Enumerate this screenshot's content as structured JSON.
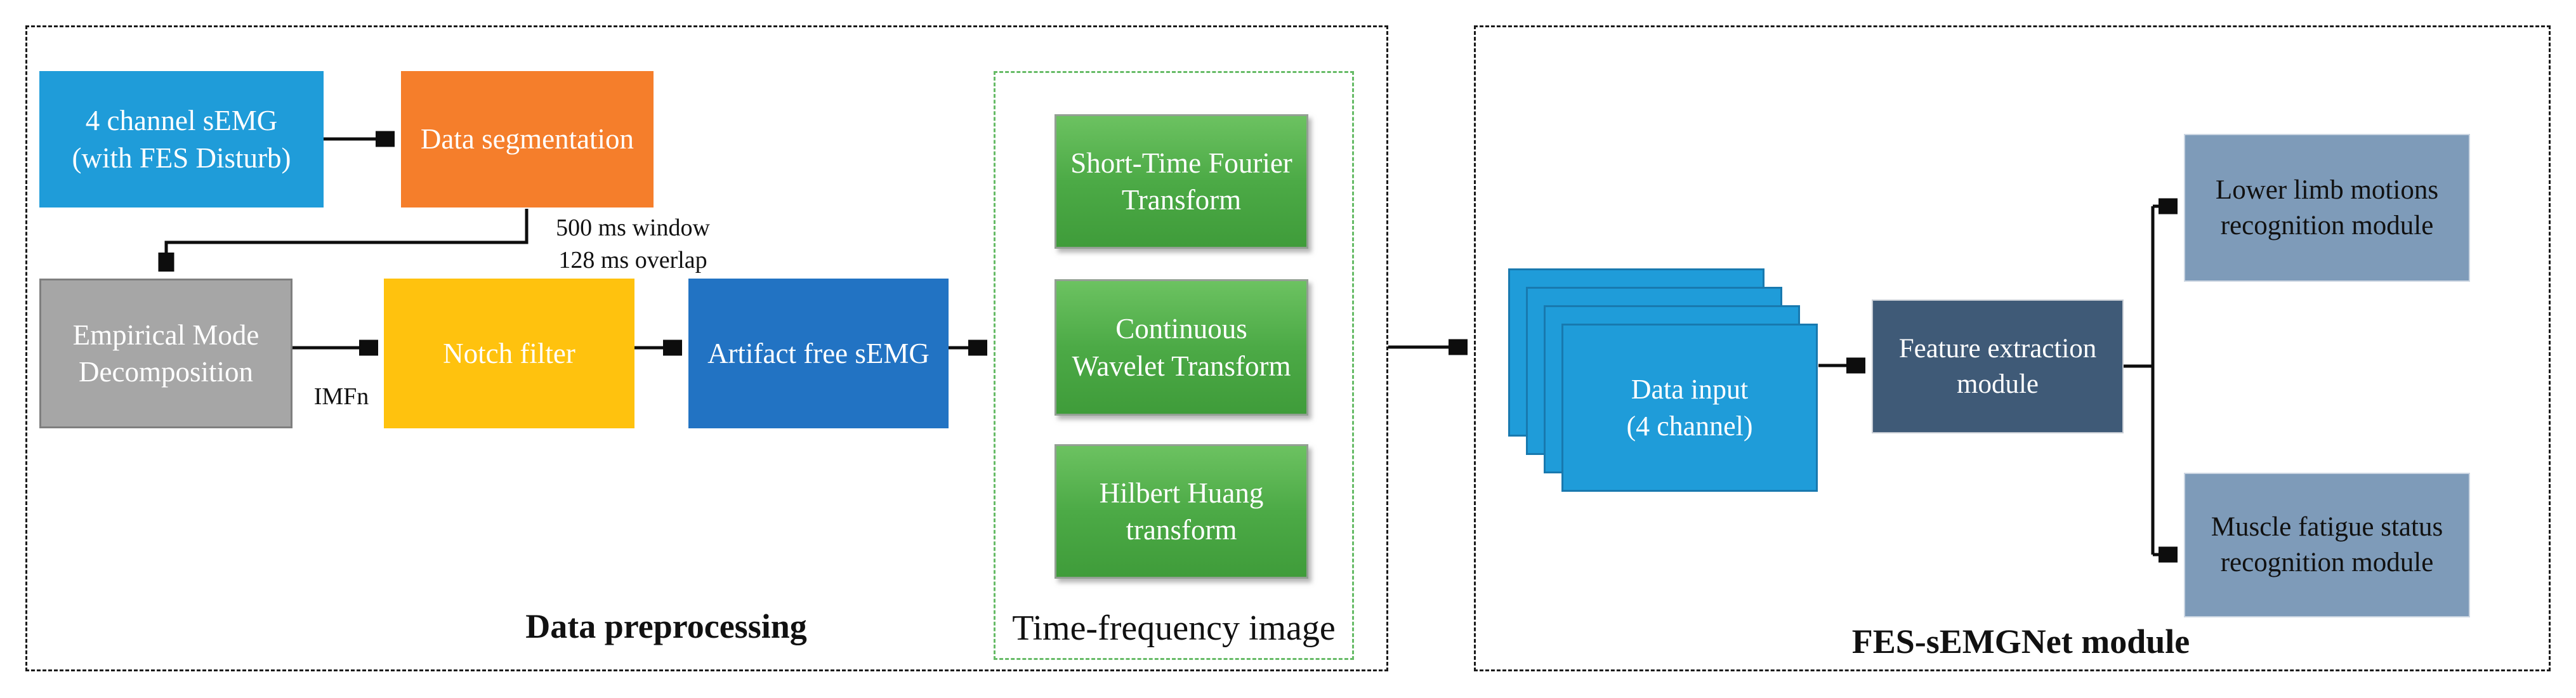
{
  "sections": {
    "data_preprocessing": {
      "label": "Data preprocessing"
    },
    "time_frequency": {
      "label": "Time-frequency image"
    },
    "fes_semgnet": {
      "label": "FES-sEMGNet module"
    }
  },
  "nodes": {
    "semg_input": {
      "line1": "4 channel sEMG",
      "line2": "(with FES Disturb)"
    },
    "data_segmentation": {
      "label": "Data segmentation"
    },
    "emd": {
      "line1": "Empirical Mode",
      "line2": "Decomposition"
    },
    "notch_filter": {
      "label": "Notch filter"
    },
    "artifact_free": {
      "label": "Artifact free sEMG"
    },
    "stft": {
      "line1": "Short-Time Fourier",
      "line2": "Transform"
    },
    "cwt": {
      "line1": "Continuous",
      "line2": "Wavelet Transform"
    },
    "hht": {
      "line1": "Hilbert Huang",
      "line2": "transform"
    },
    "data_input": {
      "line1": "Data input",
      "line2": "(4 channel)"
    },
    "feature_extraction": {
      "line1": "Feature extraction",
      "line2": "module"
    },
    "lower_limb": {
      "line1": "Lower limb motions",
      "line2": "recognition module"
    },
    "muscle_fatigue": {
      "line1": "Muscle fatigue status",
      "line2": "recognition module"
    }
  },
  "annotations": {
    "window": "500 ms window",
    "overlap": "128 ms overlap",
    "imf": "IMFn"
  },
  "colors": {
    "cyan_blue": "#1F9CD9",
    "orange": "#F57E2B",
    "gray": "#A6A6A6",
    "yellow": "#FFC20E",
    "dark_blue": "#2273C3",
    "green": "#4AA945",
    "green_dash_border": "#66BB66",
    "slate": "#3F5A77",
    "steel_blue": "#7E9BB9",
    "line_black": "#0D0D0D"
  }
}
